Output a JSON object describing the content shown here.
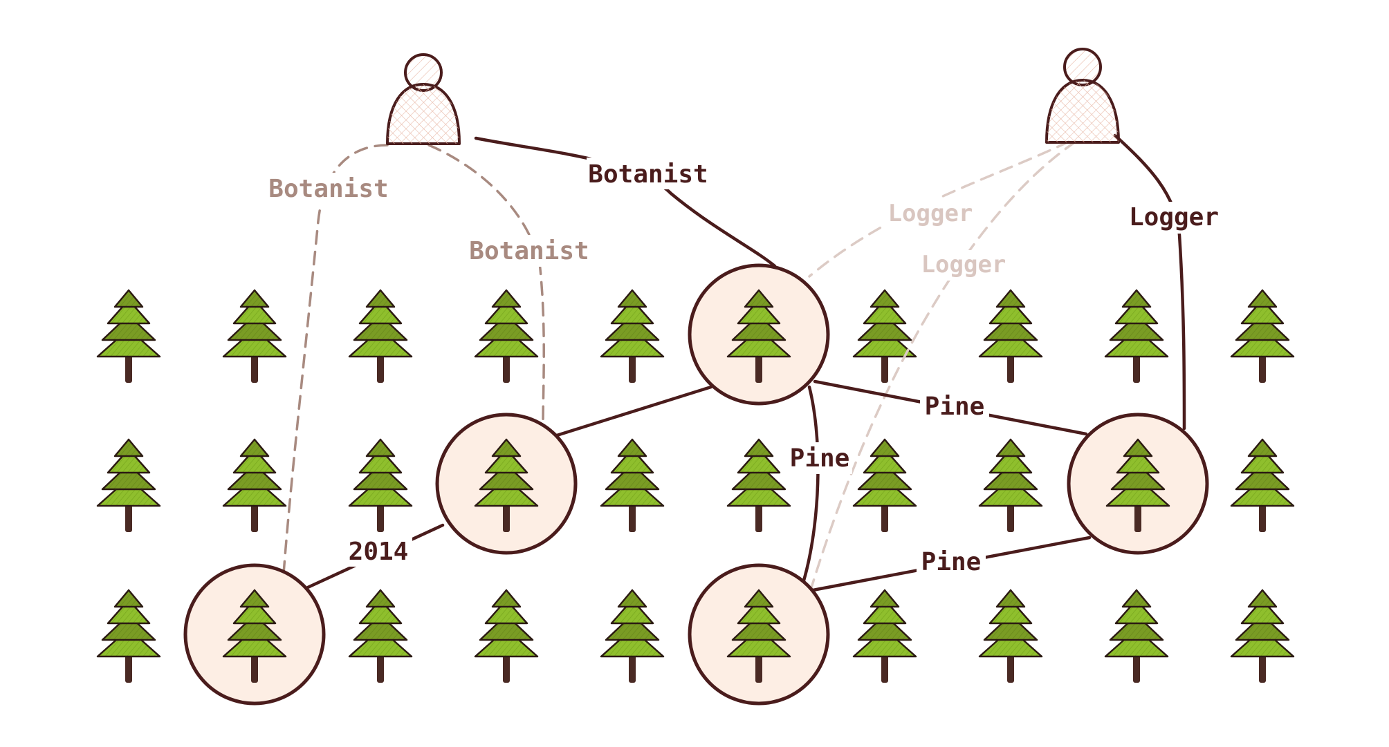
{
  "colors": {
    "tree_top": "#8fbf2d",
    "tree_bottom": "#7aa325",
    "trunk": "#4a2a24",
    "outline": "#4a1c1c",
    "node_fill": "#fdeee4",
    "dashed_mid": "#a88a80",
    "dashed_light": "#dccbc5"
  },
  "icons": {
    "tree": "pine-tree-icon",
    "person": "person-icon"
  },
  "labels": {
    "botanist_solid": "Botanist",
    "botanist_dashed_left": "Botanist",
    "botanist_dashed_right": "Botanist",
    "logger_solid": "Logger",
    "logger_faded_top": "Logger",
    "logger_faded_mid": "Logger",
    "pine_top": "Pine",
    "pine_mid": "Pine",
    "pine_bottom": "Pine",
    "year": "2014"
  }
}
